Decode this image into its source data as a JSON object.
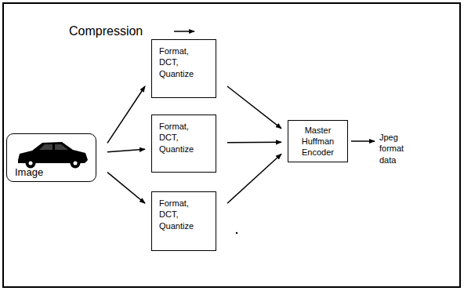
{
  "diagram": {
    "nodes": [
      {
        "text": [
          "Image"
        ]
      },
      {
        "text": [
          "Format, DCT, Quantize"
        ]
      },
      {
        "text": [
          "Format, DCT, Quantize"
        ]
      },
      {
        "text": [
          "Format, DCT, Quantize"
        ]
      },
      {
        "text": [
          "Master Huffman Encoder"
        ]
      }
    ],
    "edges": [
      {
        "from": 0,
        "to": 1,
        "arrow": "to"
      },
      {
        "from": 0,
        "to": 2,
        "arrow": "to"
      },
      {
        "from": 0,
        "to": 3,
        "arrow": "to"
      },
      {
        "from": 1,
        "to": 4,
        "arrow": "to"
      },
      {
        "from": 2,
        "to": 4,
        "arrow": "to"
      },
      {
        "from": 3,
        "to": 4,
        "arrow": "to"
      }
    ],
    "labels": [
      "Compression",
      "Jpeg format data"
    ]
  }
}
